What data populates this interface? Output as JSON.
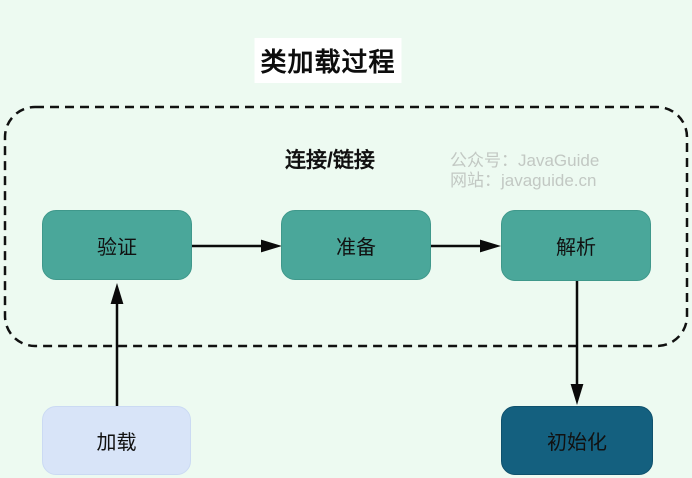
{
  "diagram": {
    "title": "类加载过程",
    "background_color": "#edfaf1",
    "title_background_color": "#ffffff",
    "group": {
      "label": "连接/链接",
      "border_style": "dashed",
      "border_color": "#111111"
    },
    "watermark": {
      "line1": "公众号：JavaGuide",
      "line2": "网站：javaguide.cn",
      "color": "#c2c8c3"
    },
    "nodes": {
      "load": {
        "label": "加载",
        "color": "#d8e4f8",
        "text_color": "#111111"
      },
      "verify": {
        "label": "验证",
        "color": "#4aa79a",
        "text_color": "#111111"
      },
      "prepare": {
        "label": "准备",
        "color": "#4aa79a",
        "text_color": "#111111"
      },
      "resolve": {
        "label": "解析",
        "color": "#4aa79a",
        "text_color": "#111111"
      },
      "initialize": {
        "label": "初始化",
        "color": "#14607f",
        "text_color": "#111111"
      }
    },
    "edges": [
      {
        "from": "加载",
        "to": "验证"
      },
      {
        "from": "验证",
        "to": "准备"
      },
      {
        "from": "准备",
        "to": "解析"
      },
      {
        "from": "解析",
        "to": "初始化"
      }
    ]
  }
}
